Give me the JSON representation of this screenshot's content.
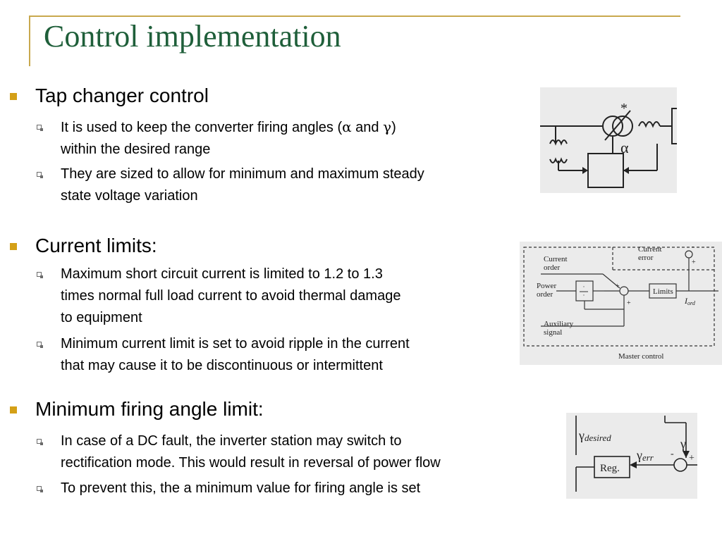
{
  "title": "Control implementation",
  "sections": [
    {
      "heading": "Tap changer control",
      "items": [
        {
          "line1_pre": "It is used to keep the converter firing angles (",
          "alpha": "α",
          "mid": " and ",
          "gamma": "γ",
          "line1_post": ")",
          "line2": "within the desired range"
        },
        {
          "line1": "They are sized to allow for minimum and maximum steady",
          "line2": "state voltage variation"
        }
      ]
    },
    {
      "heading": "Current limits:",
      "items": [
        {
          "line1": "Maximum short circuit current is limited to 1.2 to 1.3",
          "line2": "times normal full load current to avoid thermal damage",
          "line3": "to equipment"
        },
        {
          "line1": "Minimum current limit is set to avoid ripple in the current",
          "line2": "that may cause it to be discontinuous or intermittent"
        }
      ]
    },
    {
      "heading": "Minimum firing angle limit:",
      "items": [
        {
          "line1": "In case of a DC fault, the inverter station may switch to",
          "line2": "rectification mode. This would result in reversal of power flow"
        },
        {
          "line1": "To prevent this, the a minimum value for firing angle is set"
        }
      ]
    }
  ],
  "figures": {
    "tap": {
      "alpha": "α",
      "star": "*"
    },
    "master": {
      "current_order": [
        "Current",
        "order"
      ],
      "power_order": [
        "Power",
        "order"
      ],
      "aux_signal": [
        "Auxiliary",
        "signal"
      ],
      "current_error": [
        "Current",
        "error"
      ],
      "limits": "Limits",
      "iord": "I",
      "iord_sub": "ord",
      "caption": "Master control",
      "plus": "+",
      "minus": "-"
    },
    "gamma": {
      "gdes": "γ",
      "gdes_sub": "desired",
      "gerr": "γ",
      "gerr_sub": "err",
      "gamma": "γ",
      "reg": "Reg.",
      "plus": "+",
      "minus": "-"
    }
  }
}
